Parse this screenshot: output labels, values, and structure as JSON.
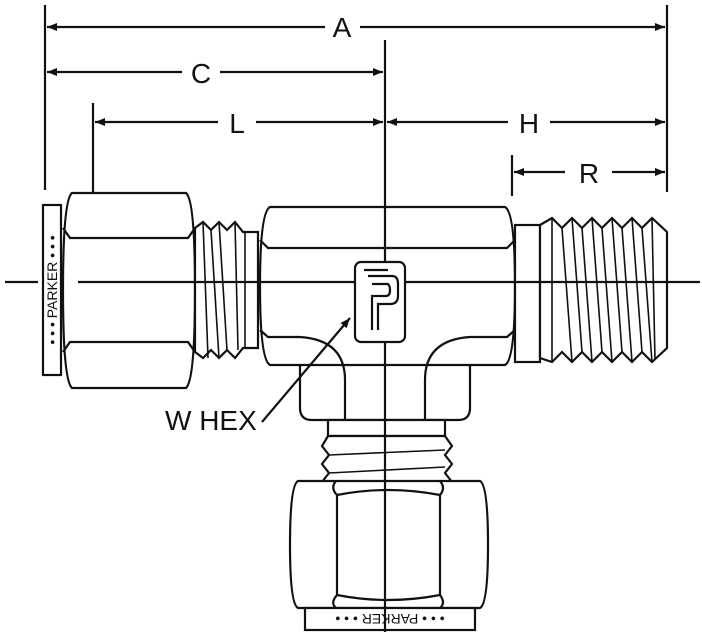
{
  "diagram": {
    "dimensions": {
      "a": "A",
      "c": "C",
      "l": "L",
      "h": "H",
      "r": "R"
    },
    "callout": "W HEX",
    "brand_band_left": "• • • PARKER • • •",
    "brand_band_bottom": "• • • PARKER • • •",
    "logo_letter": "P"
  }
}
